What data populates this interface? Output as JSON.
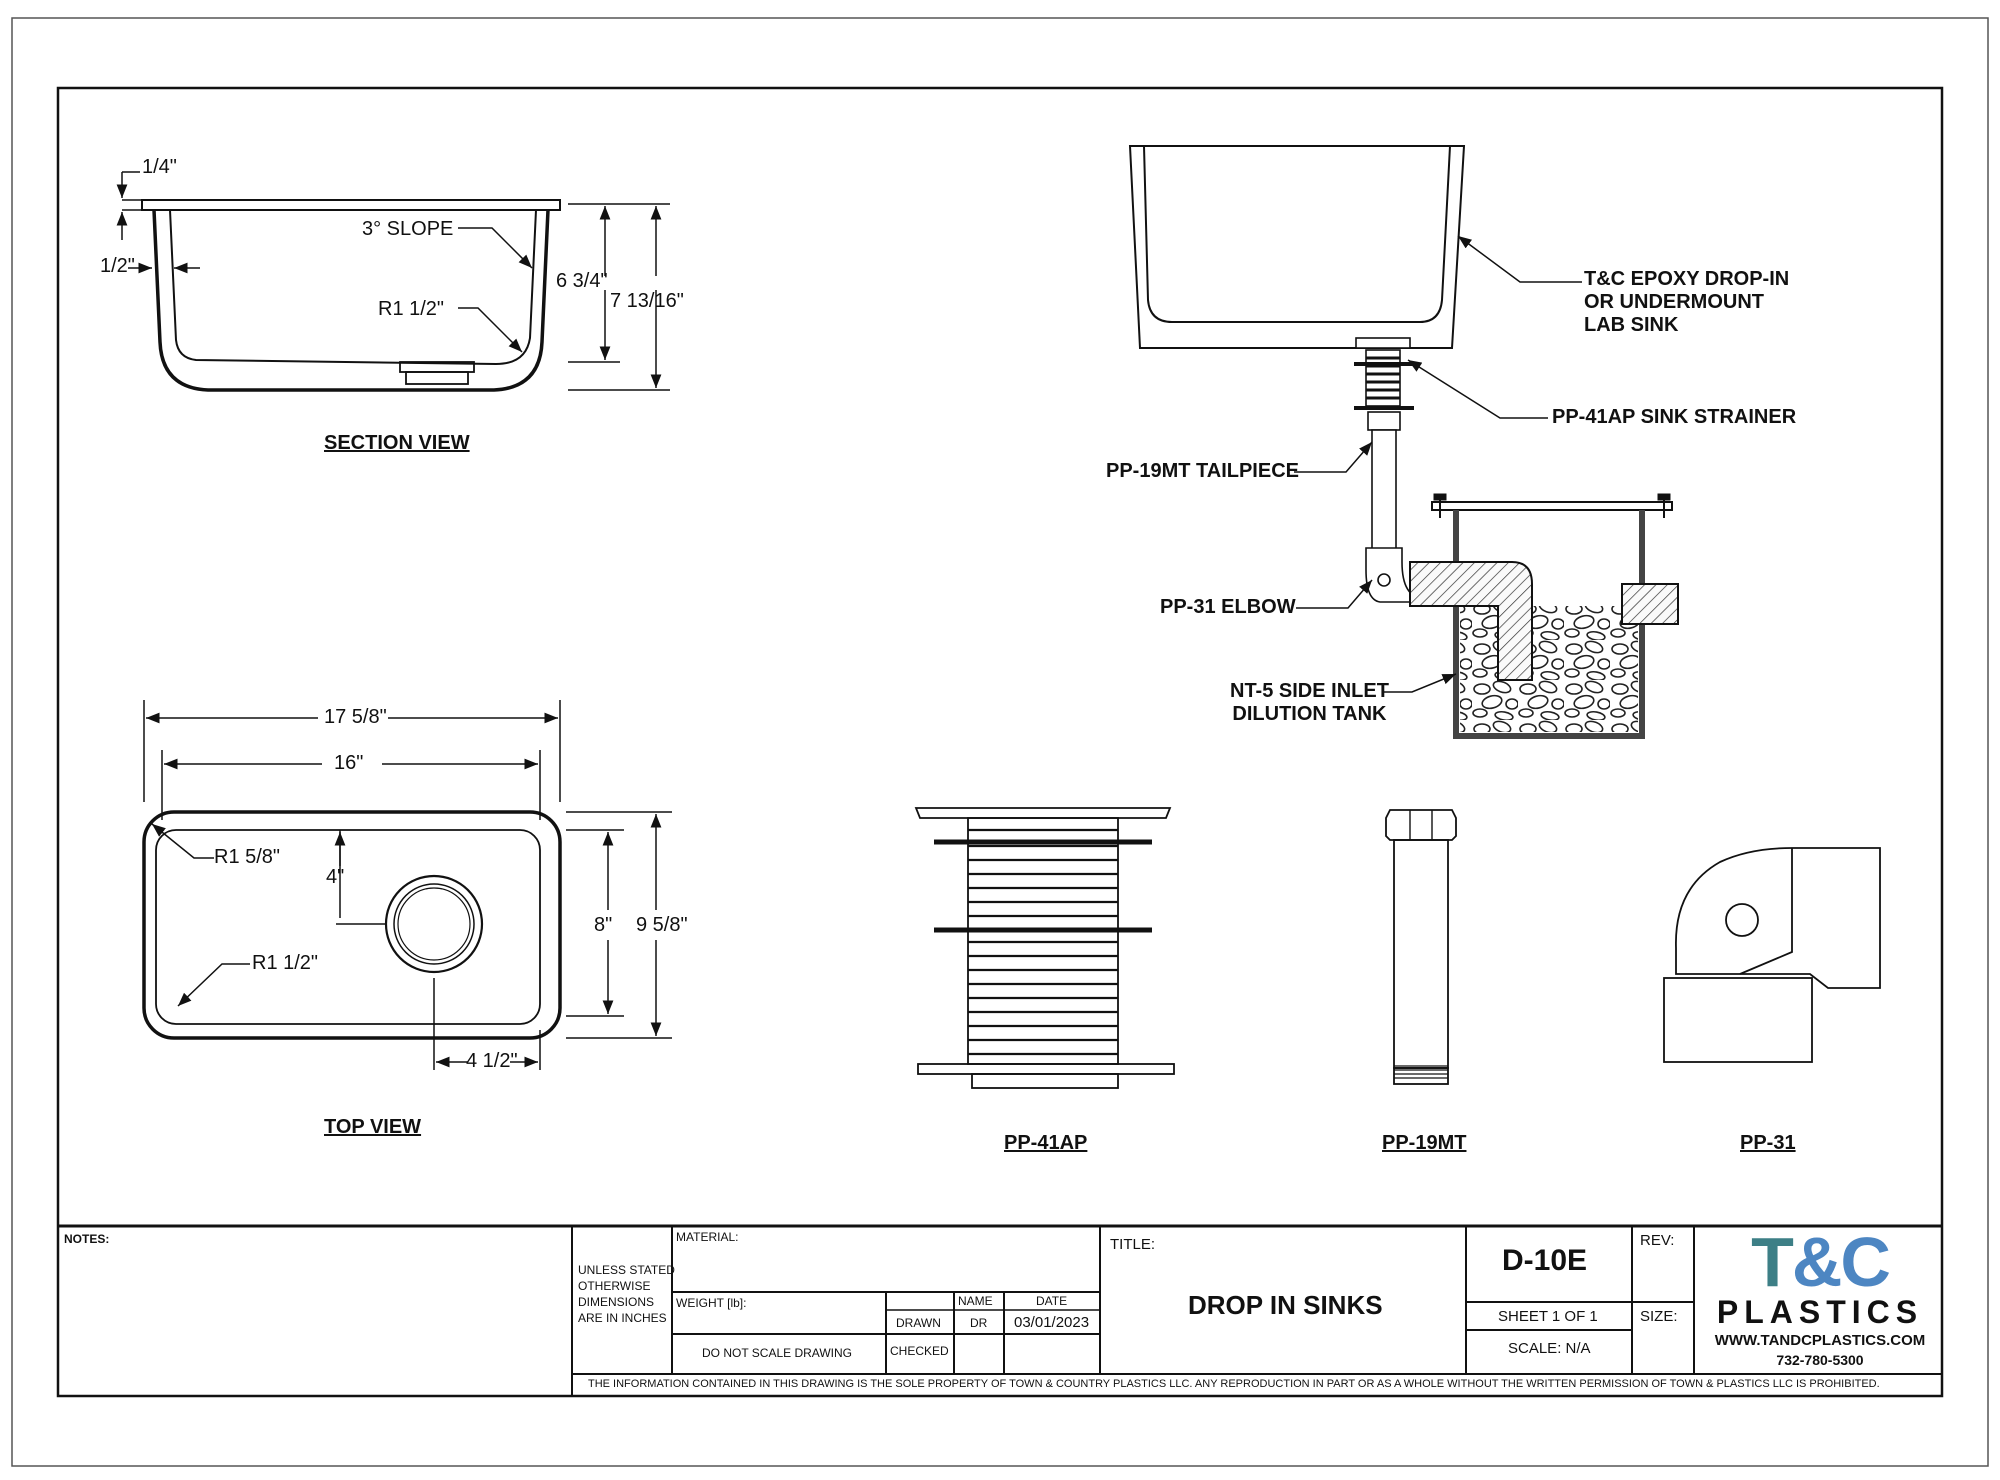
{
  "section_view": {
    "title": "SECTION VIEW",
    "slope": "3° SLOPE",
    "dim_rim": "1/4\"",
    "dim_wall": "1/2\"",
    "dim_radius": "R1 1/2\"",
    "dim_depth_inner": "6 3/4\"",
    "dim_depth_outer": "7 13/16\""
  },
  "top_view": {
    "title": "TOP VIEW",
    "dim_outer_width": "17 5/8\"",
    "dim_inner_width": "16\"",
    "dim_corner_outer": "R1 5/8\"",
    "dim_corner_inner": "R1 1/2\"",
    "dim_drain_offset": "4\"",
    "dim_inner_depth": "8\"",
    "dim_outer_depth": "9 5/8\"",
    "dim_drain_edge": "4 1/2\""
  },
  "assembly": {
    "sink": [
      "T&C EPOXY DROP-IN",
      "OR UNDERMOUNT",
      "LAB SINK"
    ],
    "strainer": "PP-41AP SINK STRAINER",
    "tailpiece": "PP-19MT TAILPIECE",
    "elbow": "PP-31 ELBOW",
    "tank": [
      "NT-5 SIDE INLET",
      "DILUTION TANK"
    ]
  },
  "parts": {
    "strainer": "PP-41AP",
    "tailpiece": "PP-19MT",
    "elbow": "PP-31"
  },
  "title_block": {
    "notes_label": "NOTES:",
    "unless": [
      "UNLESS STATED",
      "OTHERWISE",
      "DIMENSIONS",
      "ARE IN INCHES"
    ],
    "material_label": "MATERIAL:",
    "weight_label": "WEIGHT [lb]:",
    "do_not_scale": "DO NOT SCALE DRAWING",
    "name_header": "NAME",
    "date_header": "DATE",
    "drawn_label": "DRAWN",
    "drawn_name": "DR",
    "drawn_date": "03/01/2023",
    "checked_label": "CHECKED",
    "title_label": "TITLE:",
    "title": "DROP IN SINKS",
    "drawing_number": "D-10E",
    "rev_label": "REV:",
    "sheet": "SHEET 1 OF 1",
    "size_label": "SIZE:",
    "scale": "SCALE: N/A",
    "logo_text": "T&C",
    "logo_sub": "PLASTICS",
    "website": "WWW.TANDCPLASTICS.COM",
    "phone": "732-780-5300",
    "disclaimer": "THE INFORMATION CONTAINED IN THIS DRAWING IS THE SOLE PROPERTY OF TOWN & COUNTRY PLASTICS LLC.  ANY REPRODUCTION IN PART OR AS A WHOLE WITHOUT THE WRITTEN PERMISSION OF TOWN & PLASTICS LLC IS PROHIBITED."
  },
  "colors": {
    "logo_teal": "#3d7f86",
    "logo_blue": "#4d86c2",
    "line": "#111111"
  }
}
